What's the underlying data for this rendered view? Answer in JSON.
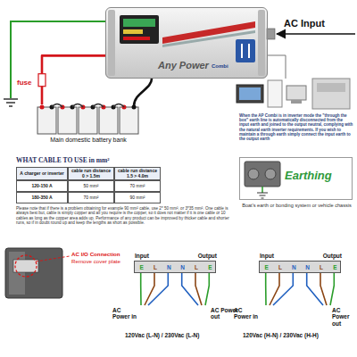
{
  "diagram": {
    "nodes": [
      {
        "text": [
          "Any Power",
          "Combi"
        ]
      },
      {
        "text": [
          "Main domestic battery bank"
        ]
      },
      {
        "text": [
          "Earthing",
          "Boat's earth or bonding system or vehicle chassis"
        ]
      },
      {
        "text": [
          "Input",
          "Output",
          "E",
          "L",
          "N",
          "N",
          "L",
          "E"
        ]
      },
      {
        "text": [
          "Input",
          "Output",
          "E",
          "L",
          "N",
          "N",
          "L",
          "E"
        ]
      }
    ],
    "edges": [
      {
        "from": 1,
        "to": 0,
        "arrow": "none",
        "label": "fuse"
      }
    ],
    "labels": [
      "AC Input",
      "WHAT CABLE TO USE in mm²",
      "A charger or inverter",
      "cable run distance 0 > 1.5m",
      "cable run distance 1.5 > 4.0m",
      "120-150 A",
      "50 mm²",
      "70 mm²",
      "180-350 A",
      "70 mm²",
      "90 mm²",
      "Please note that if there is a problem obtaining for example 90 mm² cable, use 2* 50 mm², or 3*35 mm². One cable is always best but, cable is simply copper and all you require is the copper, so it does not matter if it is one cable or 10 cables as long as the copper area adds up. Performance of any product can be improved by thicker cable and shorter runs, so if in doubt round up and keep the lengths as short as possible.",
      "When the AP Combi is in inverter mode the \"through the box\" earth line is automatically disconnected from the input earth and joined to the output neutral, complying with the natural earth inverter requirements. If you wish to maintain a through earth simply connect the input earth to the output earth",
      "AC I/O Connection",
      "Remove cover plate",
      "AC Power in",
      "AC Power out",
      "120Vac (L-N) / 230Vac (L-N)",
      "AC Power in",
      "AC Power out",
      "120Vac (H-N) / 230Vac (H-H)"
    ]
  }
}
